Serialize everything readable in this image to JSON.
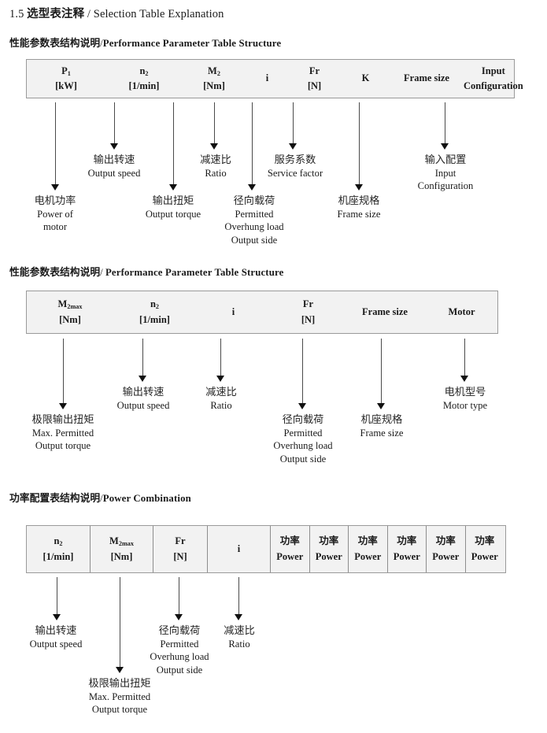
{
  "document": {
    "section_number": "1.5",
    "title_cn": "选型表注释",
    "title_sep": "/",
    "title_en": "Selection Table Explanation"
  },
  "sections": [
    {
      "id": "performance-parameter-1",
      "heading_cn": "性能参数表结构说明",
      "heading_sep": "/",
      "heading_en": "Performance Parameter Table Structure",
      "table": {
        "ruled": false,
        "columns": [
          {
            "line1": "P",
            "sub1": "1",
            "line2": "[kW]"
          },
          {
            "line1": "n",
            "sub1": "2",
            "line2": "[1/min]"
          },
          {
            "line1": "M",
            "sub1": "2",
            "line2": "[Nm]"
          },
          {
            "line1": "i",
            "sub1": "",
            "line2": ""
          },
          {
            "line1": "Fr",
            "sub1": "",
            "line2": "[N]"
          },
          {
            "line1": "K",
            "sub1": "",
            "line2": ""
          },
          {
            "line1": "Frame size",
            "sub1": "",
            "line2": ""
          },
          {
            "line1": "Input",
            "sub1": "",
            "line2": "Configuration"
          }
        ]
      },
      "notes": [
        {
          "cn": "电机功率",
          "en": [
            "Power of",
            "motor"
          ]
        },
        {
          "cn": "输出转速",
          "en": [
            "Output speed"
          ]
        },
        {
          "cn": "输出扭矩",
          "en": [
            "Output torque"
          ]
        },
        {
          "cn": "减速比",
          "en": [
            "Ratio"
          ]
        },
        {
          "cn": "径向载荷",
          "en": [
            "Permitted",
            "Overhung load",
            "Output side"
          ]
        },
        {
          "cn": "服务系数",
          "en": [
            "Service factor"
          ]
        },
        {
          "cn": "机座规格",
          "en": [
            "Frame size"
          ]
        },
        {
          "cn": "输入配置",
          "en": [
            "Input",
            "Configuration"
          ]
        }
      ]
    },
    {
      "id": "performance-parameter-2",
      "heading_cn": "性能参数表结构说明",
      "heading_sep": "/",
      "heading_en": "Performance Parameter Table Structure",
      "table": {
        "ruled": false,
        "columns": [
          {
            "line1": "M",
            "sub1": "2max",
            "line2": "[Nm]"
          },
          {
            "line1": "n",
            "sub1": "2",
            "line2": "[1/min]"
          },
          {
            "line1": "i",
            "sub1": "",
            "line2": ""
          },
          {
            "line1": "Fr",
            "sub1": "",
            "line2": "[N]"
          },
          {
            "line1": "Frame size",
            "sub1": "",
            "line2": ""
          },
          {
            "line1": "Motor",
            "sub1": "",
            "line2": ""
          }
        ]
      },
      "notes": [
        {
          "cn": "极限输出扭矩",
          "en": [
            "Max. Permitted",
            "Output  torque"
          ]
        },
        {
          "cn": "输出转速",
          "en": [
            "Output speed"
          ]
        },
        {
          "cn": "减速比",
          "en": [
            "Ratio"
          ]
        },
        {
          "cn": "径向载荷",
          "en": [
            "Permitted",
            "Overhung load",
            "Output side"
          ]
        },
        {
          "cn": "机座规格",
          "en": [
            "Frame size"
          ]
        },
        {
          "cn": "电机型号",
          "en": [
            "Motor type"
          ]
        }
      ]
    },
    {
      "id": "power-combination",
      "heading_cn": "功率配置表结构说明",
      "heading_sep": "/",
      "heading_en": "Power Combination",
      "table": {
        "ruled": true,
        "columns": [
          {
            "line1": "n",
            "sub1": "2",
            "line2": "[1/min]"
          },
          {
            "line1": "M",
            "sub1": "2max",
            "line2": "[Nm]"
          },
          {
            "line1": "Fr",
            "sub1": "",
            "line2": "[N]"
          },
          {
            "line1": "i",
            "sub1": "",
            "line2": ""
          },
          {
            "line1": "功率",
            "sub1": "",
            "line2": "Power"
          },
          {
            "line1": "功率",
            "sub1": "",
            "line2": "Power"
          },
          {
            "line1": "功率",
            "sub1": "",
            "line2": "Power"
          },
          {
            "line1": "功率",
            "sub1": "",
            "line2": "Power"
          },
          {
            "line1": "功率",
            "sub1": "",
            "line2": "Power"
          },
          {
            "line1": "功率",
            "sub1": "",
            "line2": "Power"
          }
        ]
      },
      "notes": [
        {
          "cn": "输出转速",
          "en": [
            "Output speed"
          ]
        },
        {
          "cn": "极限输出扭矩",
          "en": [
            "Max. Permitted",
            "Output  torque"
          ]
        },
        {
          "cn": "径向载荷",
          "en": [
            "Permitted",
            "Overhung load",
            "Output side"
          ]
        },
        {
          "cn": "减速比",
          "en": [
            "Ratio"
          ]
        }
      ]
    }
  ],
  "colors": {
    "table_fill": "#f2f2f2",
    "table_border": "#9a9a9a",
    "arrow": "#111111",
    "text": "#1a1a1a"
  }
}
